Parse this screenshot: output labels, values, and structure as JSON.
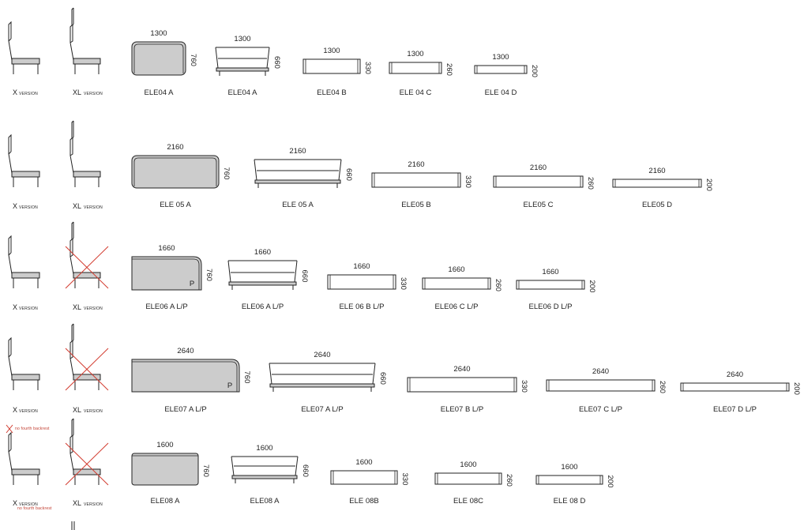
{
  "version_labels": {
    "x": "X",
    "xl": "XL",
    "small": "VERSION"
  },
  "no_fourth_backrest": "no fourth backrest",
  "rows": [
    {
      "id": "ele04",
      "xl_crossed": false,
      "x_note": false,
      "items": [
        {
          "type": "seat",
          "width": "1300",
          "height": "760",
          "label": "ELE04 A",
          "p": false
        },
        {
          "type": "frame",
          "width": "1300",
          "height": "660",
          "label": "ELE04 A"
        },
        {
          "type": "cushion",
          "width": "1300",
          "height": "330",
          "label": "ELE04 B"
        },
        {
          "type": "cushion",
          "width": "1300",
          "height": "260",
          "label": "ELE 04 C"
        },
        {
          "type": "cushion",
          "width": "1300",
          "height": "200",
          "label": "ELE 04 D"
        }
      ]
    },
    {
      "id": "ele05",
      "xl_crossed": false,
      "x_note": false,
      "items": [
        {
          "type": "seat",
          "width": "2160",
          "height": "760",
          "label": "ELE 05 A",
          "p": false
        },
        {
          "type": "frame",
          "width": "2160",
          "height": "660",
          "label": "ELE 05 A"
        },
        {
          "type": "cushion",
          "width": "2160",
          "height": "330",
          "label": "ELE05 B"
        },
        {
          "type": "cushion",
          "width": "2160",
          "height": "260",
          "label": "ELE05 C"
        },
        {
          "type": "cushion",
          "width": "2160",
          "height": "200",
          "label": "ELE05 D"
        }
      ]
    },
    {
      "id": "ele06",
      "xl_crossed": true,
      "x_note": false,
      "items": [
        {
          "type": "seat",
          "width": "1660",
          "height": "760",
          "label": "ELE06 A L/P",
          "p": true,
          "p_text": "P"
        },
        {
          "type": "frame",
          "width": "1660",
          "height": "660",
          "label": "ELE06 A L/P"
        },
        {
          "type": "cushion",
          "width": "1660",
          "height": "330",
          "label": "ELE 06 B L/P"
        },
        {
          "type": "cushion",
          "width": "1660",
          "height": "260",
          "label": "ELE06 C L/P"
        },
        {
          "type": "cushion",
          "width": "1660",
          "height": "200",
          "label": "ELE06 D L/P"
        }
      ]
    },
    {
      "id": "ele07",
      "xl_crossed": true,
      "x_note": false,
      "items": [
        {
          "type": "seat",
          "width": "2640",
          "height": "760",
          "label": "ELE07 A L/P",
          "p": true,
          "p_text": "P"
        },
        {
          "type": "frame",
          "width": "2640",
          "height": "660",
          "label": "ELE07 A L/P"
        },
        {
          "type": "cushion",
          "width": "2640",
          "height": "330",
          "label": "ELE07 B L/P"
        },
        {
          "type": "cushion",
          "width": "2640",
          "height": "260",
          "label": "ELE07 C L/P"
        },
        {
          "type": "cushion",
          "width": "2640",
          "height": "200",
          "label": "ELE07 D L/P"
        }
      ]
    },
    {
      "id": "ele08",
      "xl_crossed": true,
      "x_note": true,
      "items": [
        {
          "type": "seat",
          "width": "1600",
          "height": "760",
          "label": "ELE08 A",
          "p": false
        },
        {
          "type": "frame",
          "width": "1600",
          "height": "660",
          "label": "ELE08 A"
        },
        {
          "type": "cushion",
          "width": "1600",
          "height": "330",
          "label": "ELE 08B"
        },
        {
          "type": "cushion",
          "width": "1600",
          "height": "260",
          "label": "ELE 08C"
        },
        {
          "type": "cushion",
          "width": "1600",
          "height": "200",
          "label": "ELE 08 D"
        }
      ]
    }
  ],
  "colors": {
    "line": "#222222",
    "fill": "#cccccc",
    "cross": "#d23a2e",
    "note": "#c0392b"
  }
}
